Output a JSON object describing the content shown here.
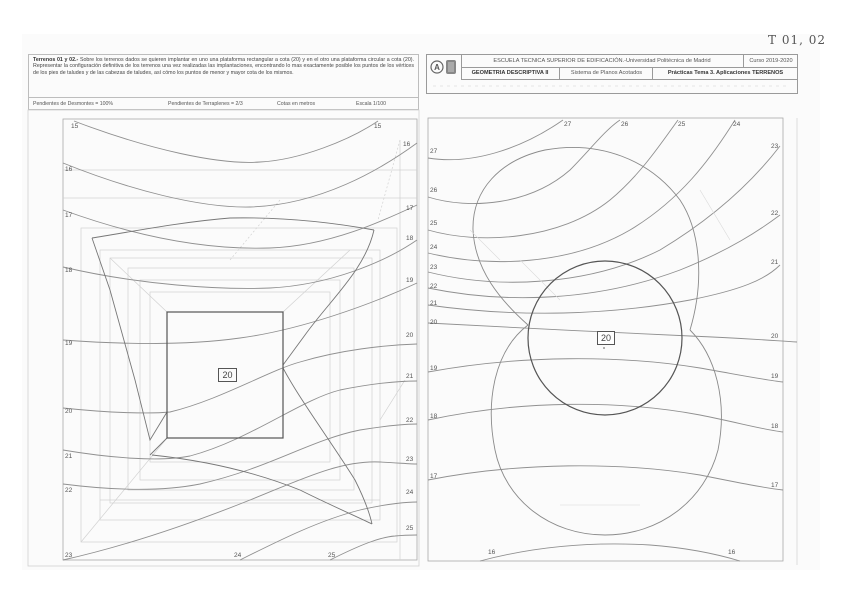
{
  "stamp": "T 01, 02",
  "left_sheet": {
    "problem_title": "Terrenos 01 y 02.-",
    "problem_text": "Sobre los terrenos dados se quieren implantar en uno una plataforma rectangular a cota (20) y en el otro una plataforma circular a cota (20). Representar la configuración definitiva de los terrenos una vez realizadas las implantaciones, encontrando lo mas exactamente posible los puntos de los vértices de los pies de taludes y de las cabezas de taludes, así cómo los puntos de menor y mayor cota de los mismos.",
    "params": {
      "desmontes": "Pendientes de Desmontes = 100%",
      "terraplenes": "Pendientes de Terraplenes = 2/3",
      "cotas": "Cotas en metros",
      "escala": "Escala 1/100"
    },
    "drawing": {
      "platform_label": "20",
      "contour_labels_left": [
        "15",
        "16",
        "17",
        "18",
        "19",
        "20",
        "21",
        "22",
        "23"
      ],
      "contour_labels_right": [
        "15",
        "16",
        "17",
        "18",
        "19",
        "20",
        "21",
        "22",
        "23",
        "24",
        "25"
      ],
      "contour_labels_bottom": [
        "23",
        "24",
        "25"
      ]
    }
  },
  "right_sheet": {
    "header": {
      "school": "ESCUELA TECNICA SUPERIOR DE EDIFICACIÓN.-Universidad Politécnica de Madrid",
      "course": "Curso 2019-2020",
      "subject": "GEOMETRIA DESCRIPTIVA II",
      "system": "Sistema de Planos Acotados",
      "practice": "Prácticas Tema 3. Aplicaciones TERRENOS"
    },
    "drawing": {
      "platform_label": "20",
      "contour_labels_top": [
        "27",
        "26",
        "25",
        "24"
      ],
      "contour_labels_left": [
        "27",
        "26",
        "25",
        "24",
        "23",
        "22",
        "21",
        "20",
        "19",
        "18",
        "17",
        "16"
      ],
      "contour_labels_right": [
        "23",
        "22",
        "21",
        "20",
        "19",
        "18",
        "17",
        "16"
      ]
    }
  },
  "colors": {
    "paper": "#ffffff",
    "line": "#8a8a8a",
    "line_dark": "#555555",
    "construction": "#cfcfcf"
  }
}
